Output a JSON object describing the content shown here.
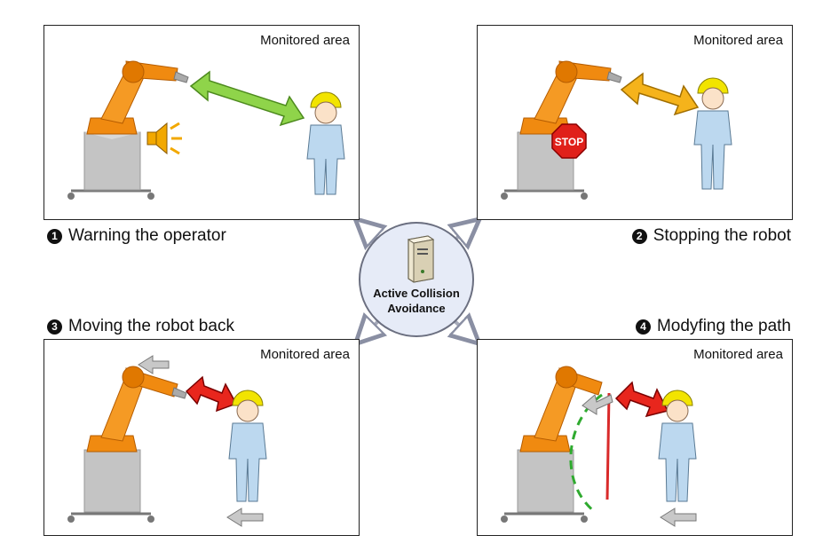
{
  "panels": [
    {
      "area_label": "Monitored area",
      "caption_number": "1",
      "caption": "Warning the operator"
    },
    {
      "area_label": "Monitored area",
      "caption_number": "2",
      "caption": "Stopping the robot"
    },
    {
      "area_label": "Monitored area",
      "caption_number": "3",
      "caption": "Moving the robot back"
    },
    {
      "area_label": "Monitored area",
      "caption_number": "4",
      "caption": "Modyfing the path"
    }
  ],
  "center": {
    "line1": "Active Collision",
    "line2": "Avoidance",
    "icon": "server-icon"
  },
  "stop_sign": "STOP",
  "colors": {
    "robot": "#f08a10",
    "pedestal": "#bdbdbd",
    "worker": "#bcd8ef",
    "helmet": "#f2e400",
    "safe_arrow": "#8fd44a",
    "caution_arrow": "#f5b31b",
    "danger_arrow": "#e8261d",
    "stop_sign": "#e0201a",
    "hub_fill": "#e6ebf7",
    "path_dashed": "#2faa2f",
    "path_line": "#d92a2a"
  }
}
